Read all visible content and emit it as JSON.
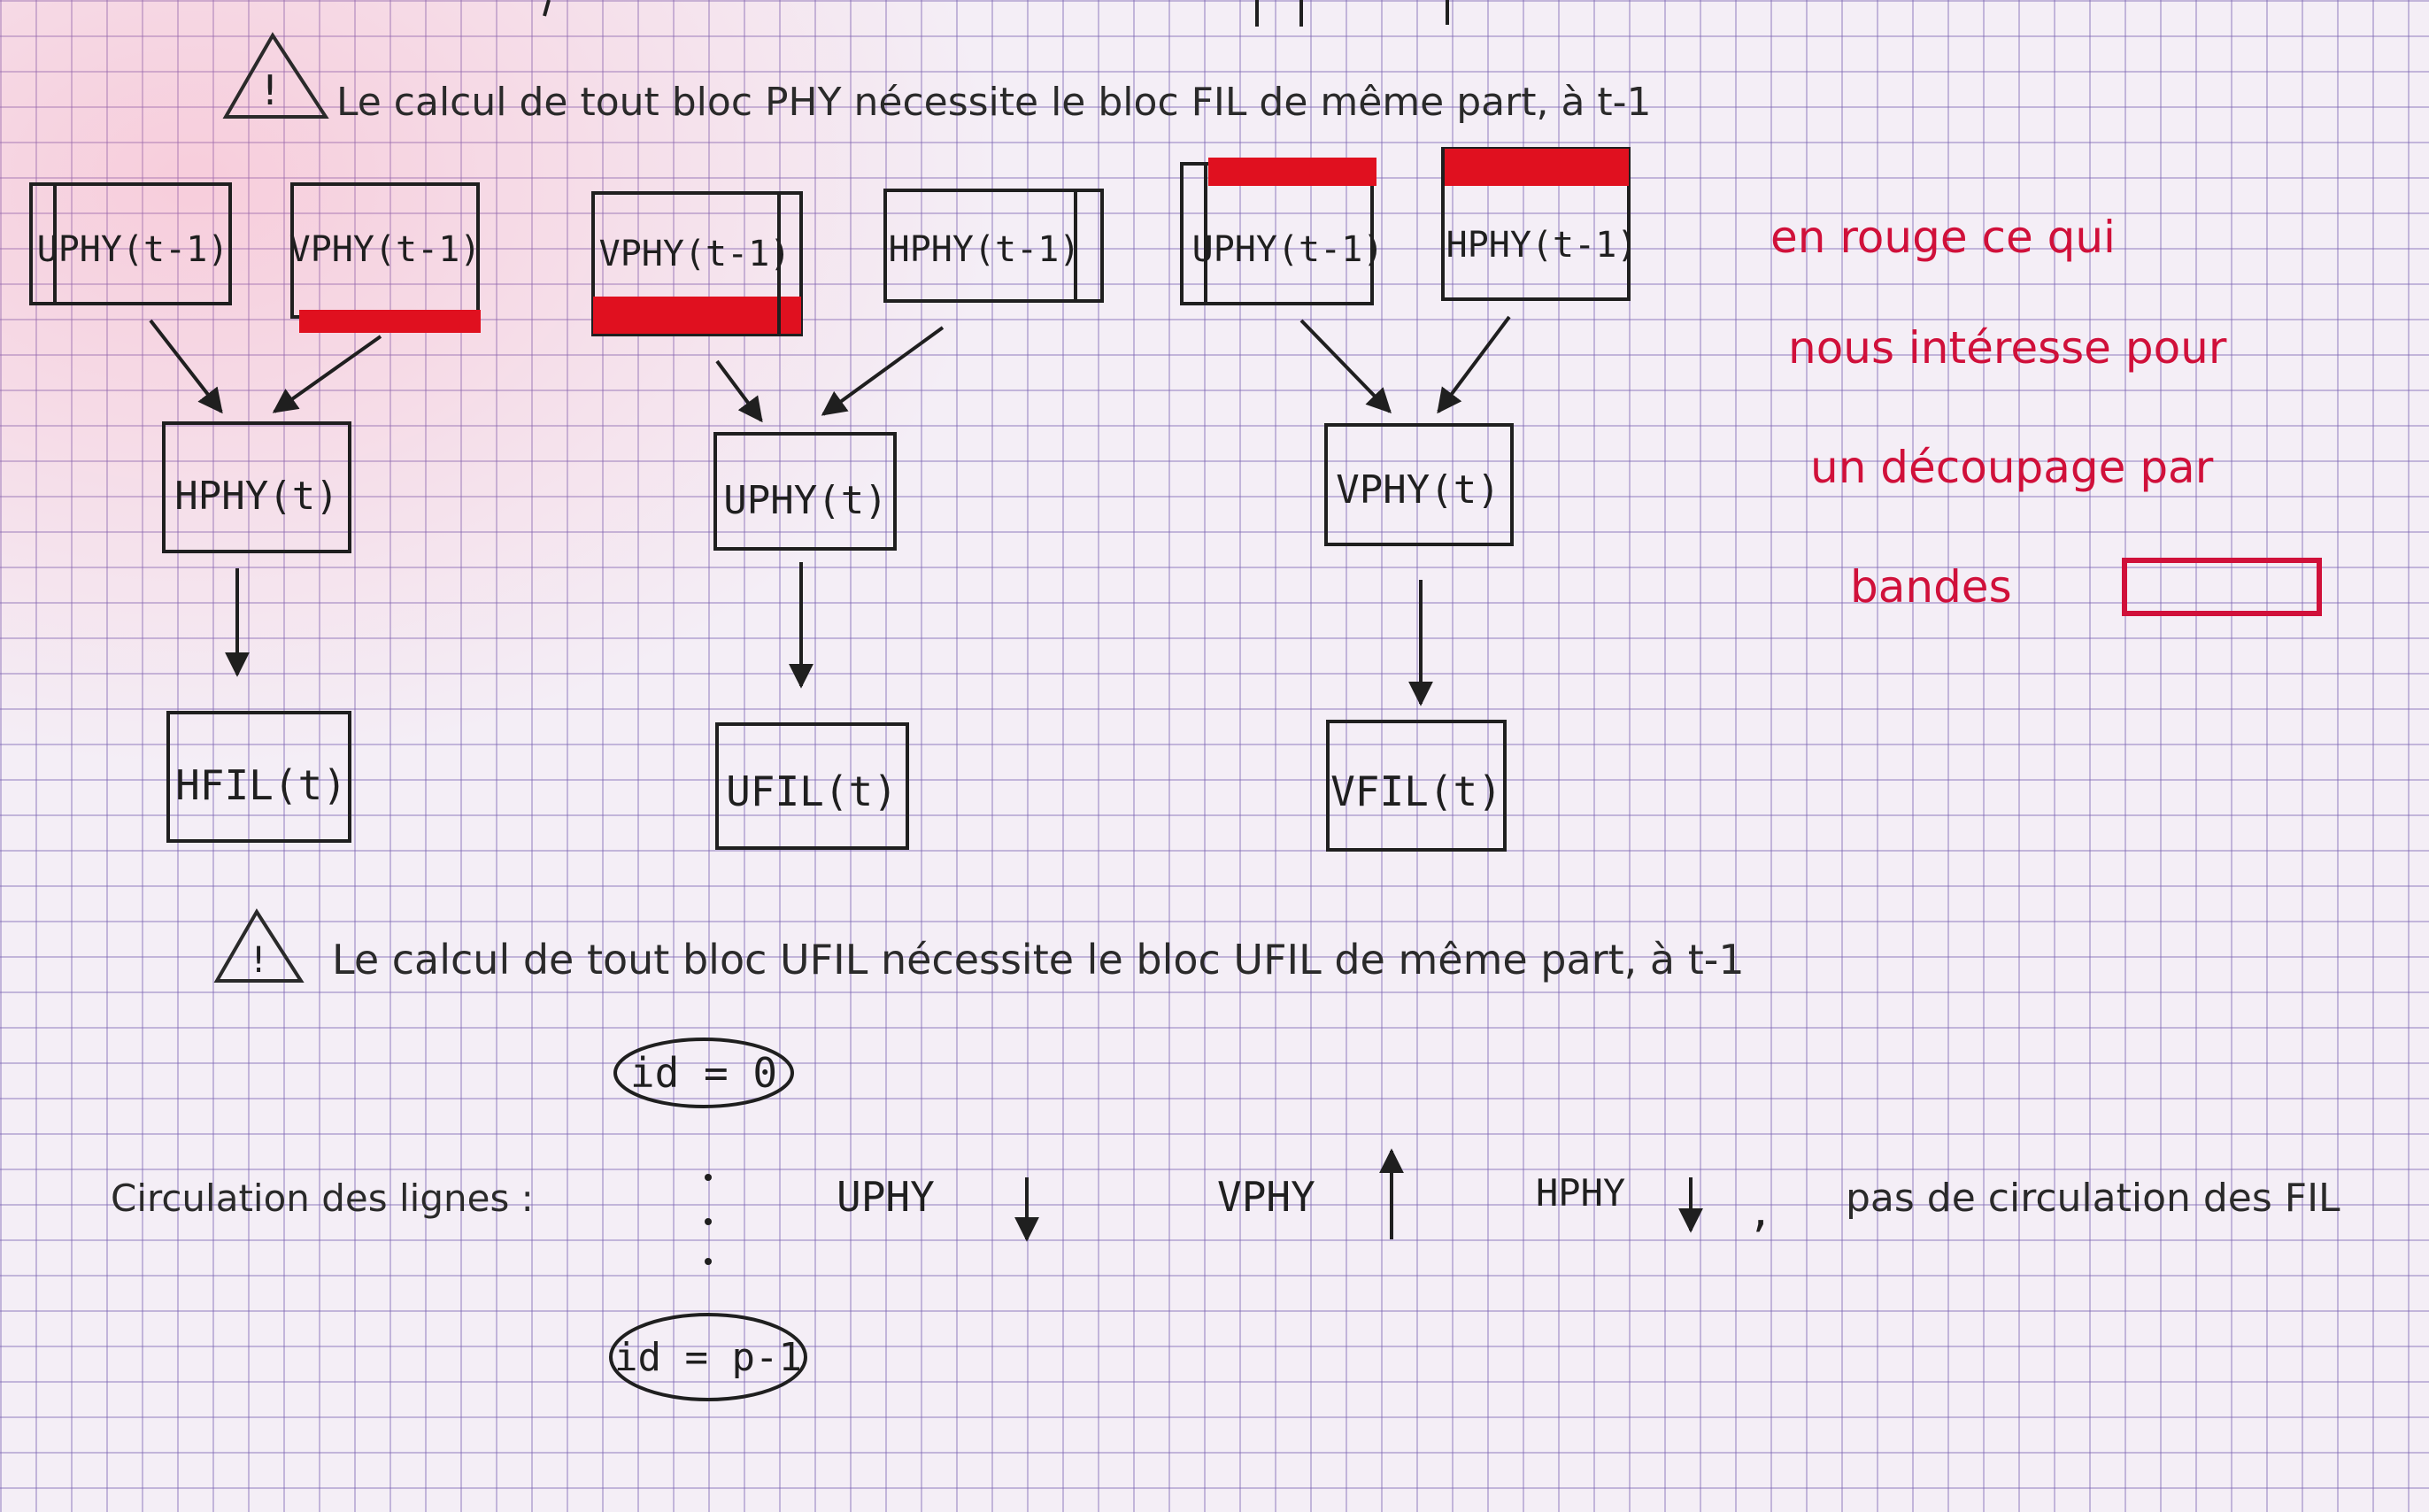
{
  "notes": {
    "warning_1": "Le calcul de tout bloc PHY nécessite le bloc FIL de même part, à t-1",
    "warning_2": "Le calcul de tout bloc UFIL nécessite le bloc UFIL de même part, à t-1",
    "red_legend": [
      "en rouge ce qui",
      "nous intéresse pour",
      "un découpage par",
      "bandes"
    ]
  },
  "group_h": {
    "inputs": [
      "UPHY(t-1)",
      "VPHY(t-1)"
    ],
    "phy": "HPHY(t)",
    "fil": "HFIL(t)"
  },
  "group_u": {
    "inputs": [
      "VPHY(t-1)",
      "HPHY(t-1)"
    ],
    "phy": "UPHY(t)",
    "fil": "UFIL(t)"
  },
  "group_v": {
    "inputs": [
      "UPHY(t-1)",
      "HPHY(t-1)"
    ],
    "phy": "VPHY(t)",
    "fil": "VFIL(t)"
  },
  "circulation": {
    "label": "Circulation des lignes :",
    "id_top": "id = 0",
    "id_bottom": "id = p-1",
    "uphy": "UPHY",
    "vphy": "VPHY",
    "hphy": "HPHY",
    "fil_note": "pas de circulation des FIL"
  },
  "colors": {
    "ink": "#1f1f1f",
    "red": "#e0101f",
    "grid": "#7a5fb0"
  }
}
